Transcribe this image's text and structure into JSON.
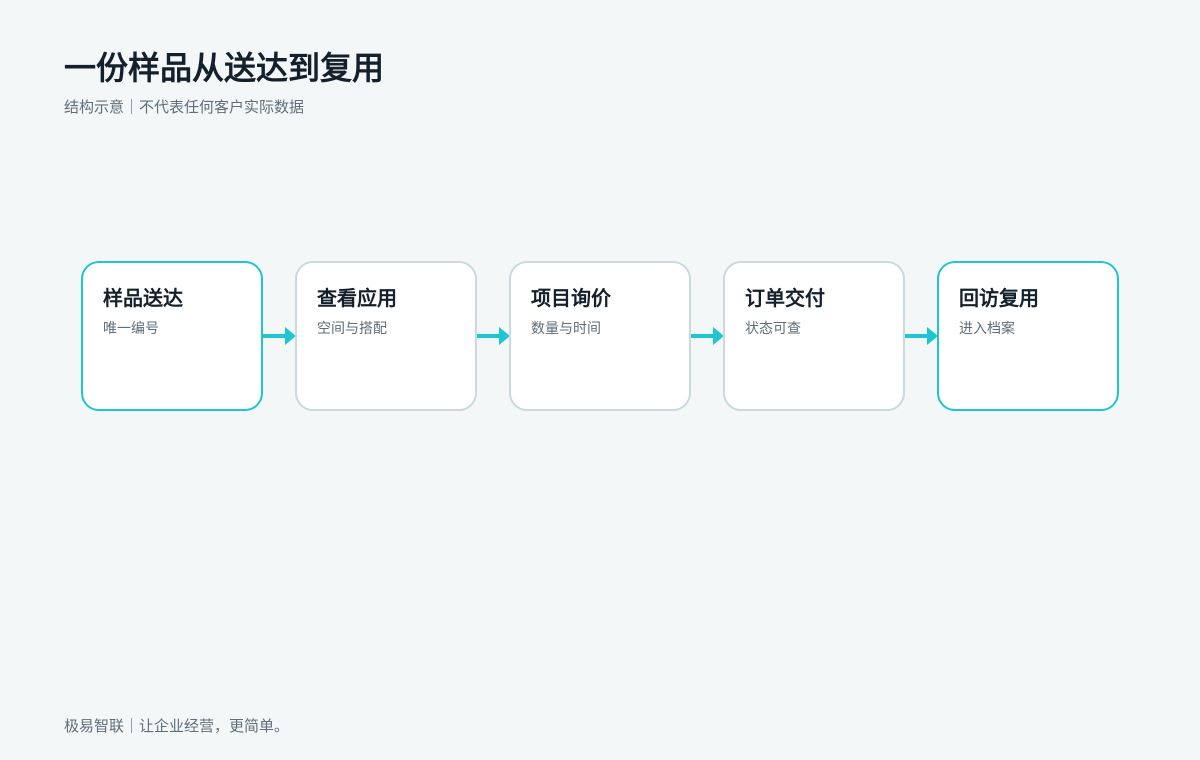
{
  "header": {
    "title": "一份样品从送达到复用",
    "subtitle": "结构示意｜不代表任何客户实际数据"
  },
  "flow": {
    "steps": [
      {
        "title": "样品送达",
        "desc": "唯一编号",
        "highlight": true
      },
      {
        "title": "查看应用",
        "desc": "空间与搭配",
        "highlight": false
      },
      {
        "title": "项目询价",
        "desc": "数量与时间",
        "highlight": false
      },
      {
        "title": "订单交付",
        "desc": "状态可查",
        "highlight": false
      },
      {
        "title": "回访复用",
        "desc": "进入档案",
        "highlight": true
      }
    ]
  },
  "colors": {
    "accent": "#1fc6d2",
    "card_border": "#c9d9de",
    "background": "#f3f7f8",
    "text": "#14202c",
    "muted_text": "#5f6e78"
  },
  "footer": {
    "text": "极易智联｜让企业经营，更简单。"
  }
}
